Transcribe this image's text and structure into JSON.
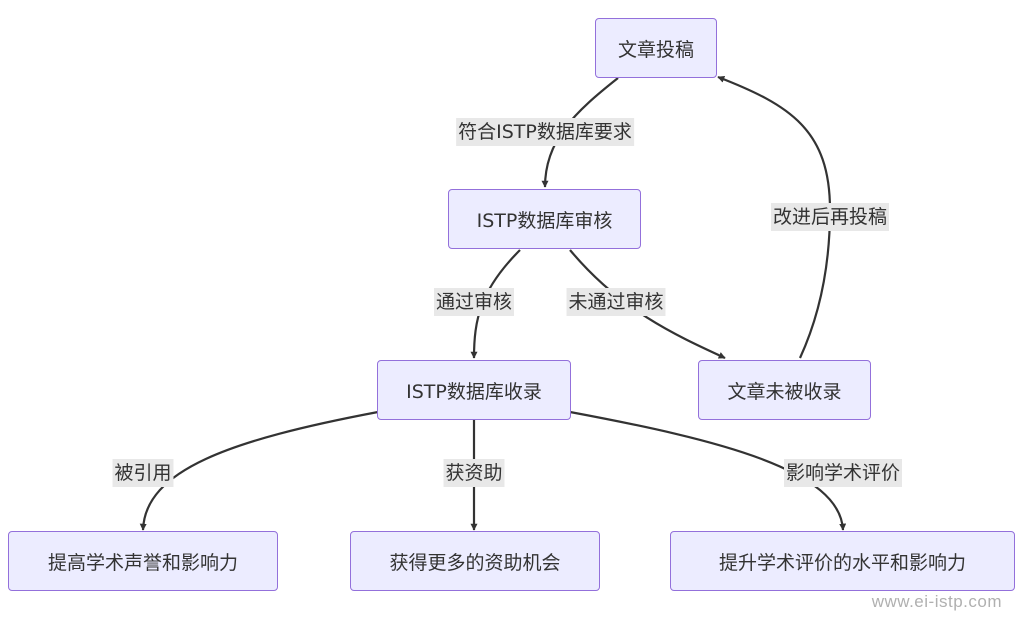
{
  "nodes": {
    "submit": "文章投稿",
    "review": "ISTP数据库审核",
    "indexed": "ISTP数据库收录",
    "rejected": "文章未被收录",
    "reputation": "提高学术声誉和影响力",
    "funding": "获得更多的资助机会",
    "evaluation": "提升学术评价的水平和影响力"
  },
  "edges": {
    "meets_requirements": "符合ISTP数据库要求",
    "passed": "通过审核",
    "failed": "未通过审核",
    "resubmit": "改进后再投稿",
    "cited": "被引用",
    "funded": "获资助",
    "influence": "影响学术评价"
  },
  "watermark": "www.ei-istp.com",
  "colors": {
    "node_fill": "#ECECFF",
    "node_border": "#9370DB",
    "edge_stroke": "#333333",
    "label_bg": "#e8e8e8"
  }
}
